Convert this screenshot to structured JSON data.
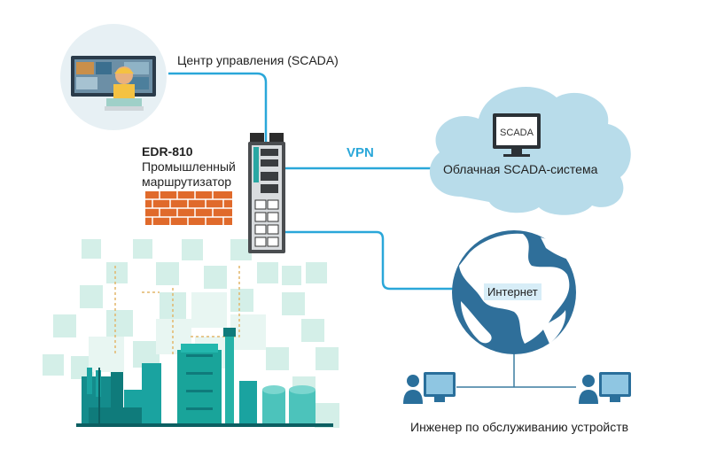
{
  "labels": {
    "scada_center": "Центр управления (SCADA)",
    "router_model": "EDR-810",
    "router_desc_1": "Промышленный",
    "router_desc_2": "маршрутизатор",
    "vpn": "VPN",
    "cloud_scada": "Облачная SCADA-система",
    "cloud_monitor_text": "SCADA",
    "internet": "Интернет",
    "engineer": "Инженер по обслуживанию устройств"
  },
  "icons": {
    "control_center": "operator-monitor-icon",
    "router": "router-device-icon",
    "firewall": "brick-firewall-icon",
    "cloud": "cloud-icon",
    "globe": "globe-icon",
    "engineer": "engineer-workstation-icon",
    "plant": "industrial-plant-icon"
  },
  "colors": {
    "link_line": "#2aa7d9",
    "cloud_fill": "#b8dcea",
    "globe_ocean": "#cfe8f3",
    "globe_land": "#2f6f9a",
    "brick": "#e06a2b",
    "plant_teal": "#1f9e96",
    "pixel_green": "#cfeee6"
  }
}
